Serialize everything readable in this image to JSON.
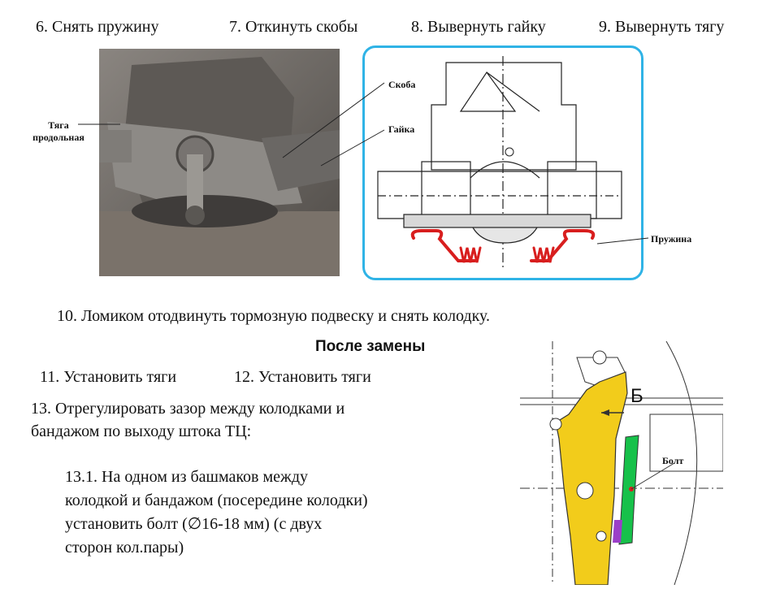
{
  "steps_top": {
    "s6": "6. Снять пружину",
    "s7": "7. Откинуть скобы",
    "s8": "8. Вывернуть гайку",
    "s9": "9. Вывернуть тягу"
  },
  "photo": {
    "label_tyaga_line1": "Тяга",
    "label_tyaga_line2": "продольная"
  },
  "scheme": {
    "label_skoba": "Скоба",
    "label_gaika": "Гайка",
    "label_pruzhina": "Пружина"
  },
  "step10": "10. Ломиком отодвинуть тормозную подвеску и снять колодку.",
  "after_title": "После замены",
  "step11": "11. Установить тяги",
  "step12": "12. Установить тяги",
  "step13_line1": "13. Отрегулировать зазор между колодками и",
  "step13_line2": "бандажом по выходу штока ТЦ:",
  "step131": {
    "line1": "13.1. На одном из башмаков между",
    "line2": "колодкой и бандажом (посередине колодки)",
    "line3_prefix": "установить болт (",
    "line3_symbol": "∅",
    "line3_suffix": "16-18 мм) (с двух",
    "line4": "сторон кол.пары)"
  },
  "diagram": {
    "label_b": "Б",
    "label_bolt": "Болт"
  },
  "colors": {
    "frame_blue": "#2fb3e6",
    "spring_red": "#d81e1e",
    "shoe_yellow": "#f2cc1b",
    "insert_green": "#17c14a",
    "insert_purple": "#9b3fc8"
  }
}
